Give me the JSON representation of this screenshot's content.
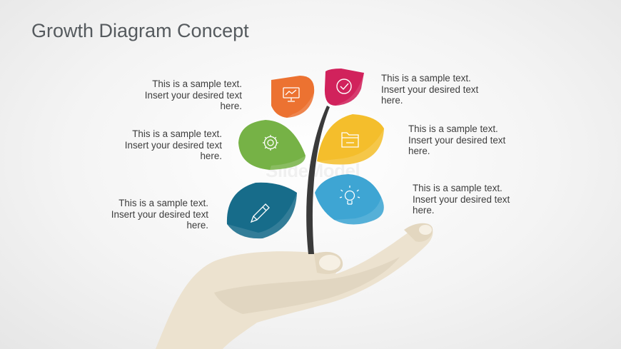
{
  "slide": {
    "title": "Growth Diagram Concept",
    "watermark": "SlideModel",
    "colors": {
      "orange": "#ec7231",
      "magenta": "#d1225c",
      "green": "#76b246",
      "yellow": "#f4be2c",
      "teal": "#176c8a",
      "sky": "#3ea5d3",
      "stem": "#3a3a3a",
      "hand": "#ece2cf"
    },
    "leaves": [
      {
        "color": "orange",
        "icon": "monitor-chart-icon"
      },
      {
        "color": "magenta",
        "icon": "check-circle-icon"
      },
      {
        "color": "green",
        "icon": "gear-icon"
      },
      {
        "color": "yellow",
        "icon": "folder-icon"
      },
      {
        "color": "teal",
        "icon": "pencil-icon"
      },
      {
        "color": "sky",
        "icon": "lightbulb-icon"
      }
    ],
    "texts": [
      {
        "line1": "This is a sample text.",
        "line2": "Insert your desired text",
        "line3": "here."
      },
      {
        "line1": "This is a sample text.",
        "line2": "Insert your desired text",
        "line3": "here."
      },
      {
        "line1": "This is a sample text.",
        "line2": "Insert your desired text",
        "line3": "here."
      },
      {
        "line1": "This is a sample text.",
        "line2": "Insert your desired text",
        "line3": "here."
      },
      {
        "line1": "This is a sample text.",
        "line2": "Insert your desired text",
        "line3": "here."
      },
      {
        "line1": "This is a sample text.",
        "line2": "Insert your desired text",
        "line3": "here."
      }
    ]
  }
}
